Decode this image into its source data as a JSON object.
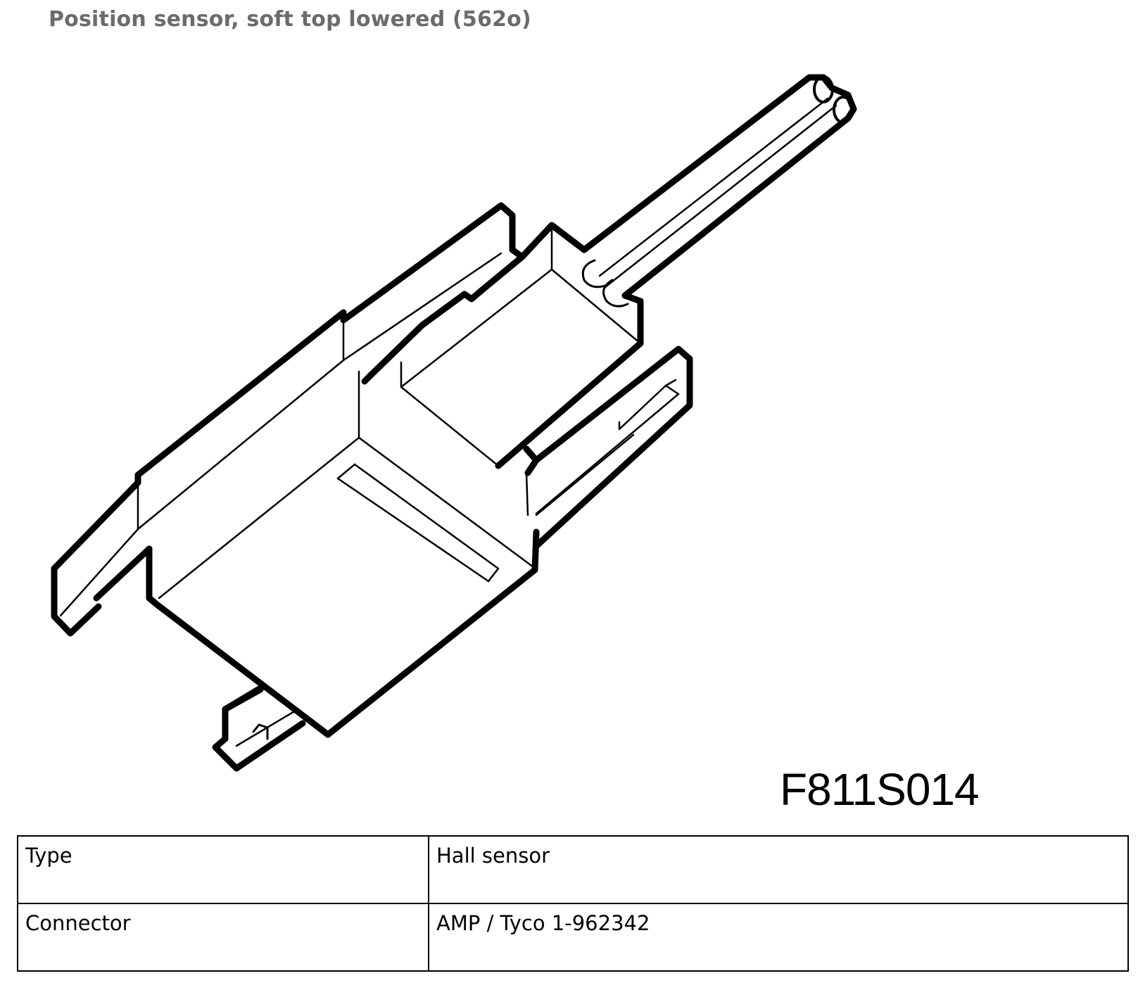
{
  "page": {
    "title": "Position sensor, soft top lowered (562o)",
    "figure_code": "F811S014"
  },
  "illustration": {
    "icon": "connector-sensor-drawing",
    "line_color": "#000000",
    "background": "#ffffff"
  },
  "specs": [
    {
      "label": "Type",
      "value": "Hall sensor"
    },
    {
      "label": "Connector",
      "value": "AMP / Tyco 1-962342"
    }
  ],
  "colors": {
    "title": "#6b6b6b",
    "text": "#000000",
    "border": "#000000"
  }
}
